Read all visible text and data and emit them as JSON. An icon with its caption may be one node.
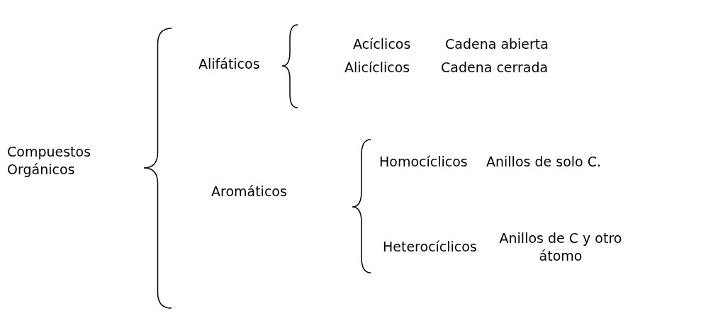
{
  "diagram": {
    "labels": [
      "Acíclicos",
      "Cadena abierta",
      "Alifáticos",
      "Alicíclicos",
      "Cadena cerrada",
      "Compuestos Orgánicos",
      "Homocíclicos",
      "Anillos de solo C.",
      "Aromáticos",
      "Heterocíclicos",
      "Anillos de C y otro átomo"
    ]
  }
}
